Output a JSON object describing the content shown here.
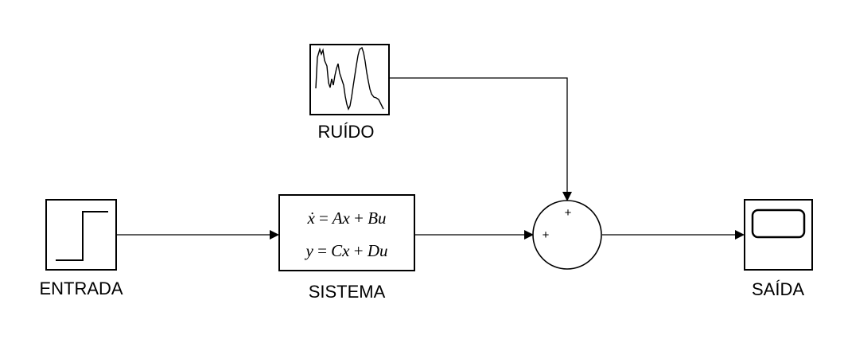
{
  "blocks": {
    "input": {
      "label": "ENTRADA",
      "icon": "step-icon"
    },
    "noise": {
      "label": "RUÍDO",
      "icon": "random-signal-icon"
    },
    "system": {
      "label": "SISTEMA",
      "equation_state": {
        "lhs": "ẋ",
        "eq": "=",
        "t1": "Ax",
        "op": "+",
        "t2": "Bu"
      },
      "equation_output": {
        "lhs": "y",
        "eq": "=",
        "t1": "Cx",
        "op": "+",
        "t2": "Du"
      }
    },
    "sum": {
      "sign_top": "+",
      "sign_left": "+",
      "icon": "sum-icon"
    },
    "output": {
      "label": "SAÍDA",
      "icon": "scope-icon"
    }
  }
}
